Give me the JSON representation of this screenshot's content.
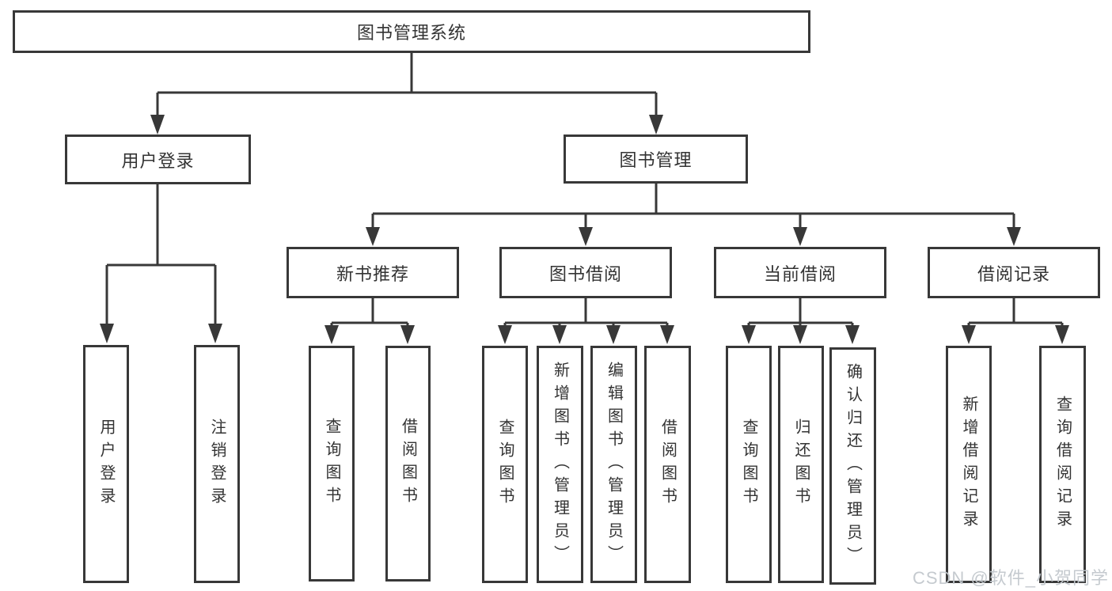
{
  "title": {
    "label": "图书管理系统"
  },
  "level2": {
    "userLogin": {
      "label": "用户登录"
    },
    "bookMgmt": {
      "label": "图书管理"
    }
  },
  "level3": {
    "newBooks": {
      "label": "新书推荐"
    },
    "borrowMgmt": {
      "label": "图书借阅"
    },
    "currentBorrow": {
      "label": "当前借阅"
    },
    "borrowRecords": {
      "label": "借阅记录"
    }
  },
  "leaves": {
    "userLoginLeaf": {
      "label": "用户登录"
    },
    "logoutLeaf": {
      "label": "注销登录"
    },
    "nbQueryBooks": {
      "label": "查询图书"
    },
    "nbBorrowBooks": {
      "label": "借阅图书"
    },
    "bQueryBooks": {
      "label": "查询图书"
    },
    "bAddBooks": {
      "label": "新增图书（管理员）"
    },
    "bEditBooks": {
      "label": "编辑图书（管理员）"
    },
    "bBorrowBooks": {
      "label": "借阅图书"
    },
    "cQueryBooks": {
      "label": "查询图书"
    },
    "cReturnBooks": {
      "label": "归还图书"
    },
    "cConfirmReturn": {
      "label": "确认归还（管理员）"
    },
    "rAddRecord": {
      "label": "新增借阅记录"
    },
    "rQueryRecord": {
      "label": "查询借阅记录"
    }
  },
  "watermark": {
    "text": "CSDN @软件_小贺同学"
  },
  "colors": {
    "line": "#383838",
    "text": "#333333",
    "watermark": "#c2c8cd",
    "background": "#ffffff"
  }
}
